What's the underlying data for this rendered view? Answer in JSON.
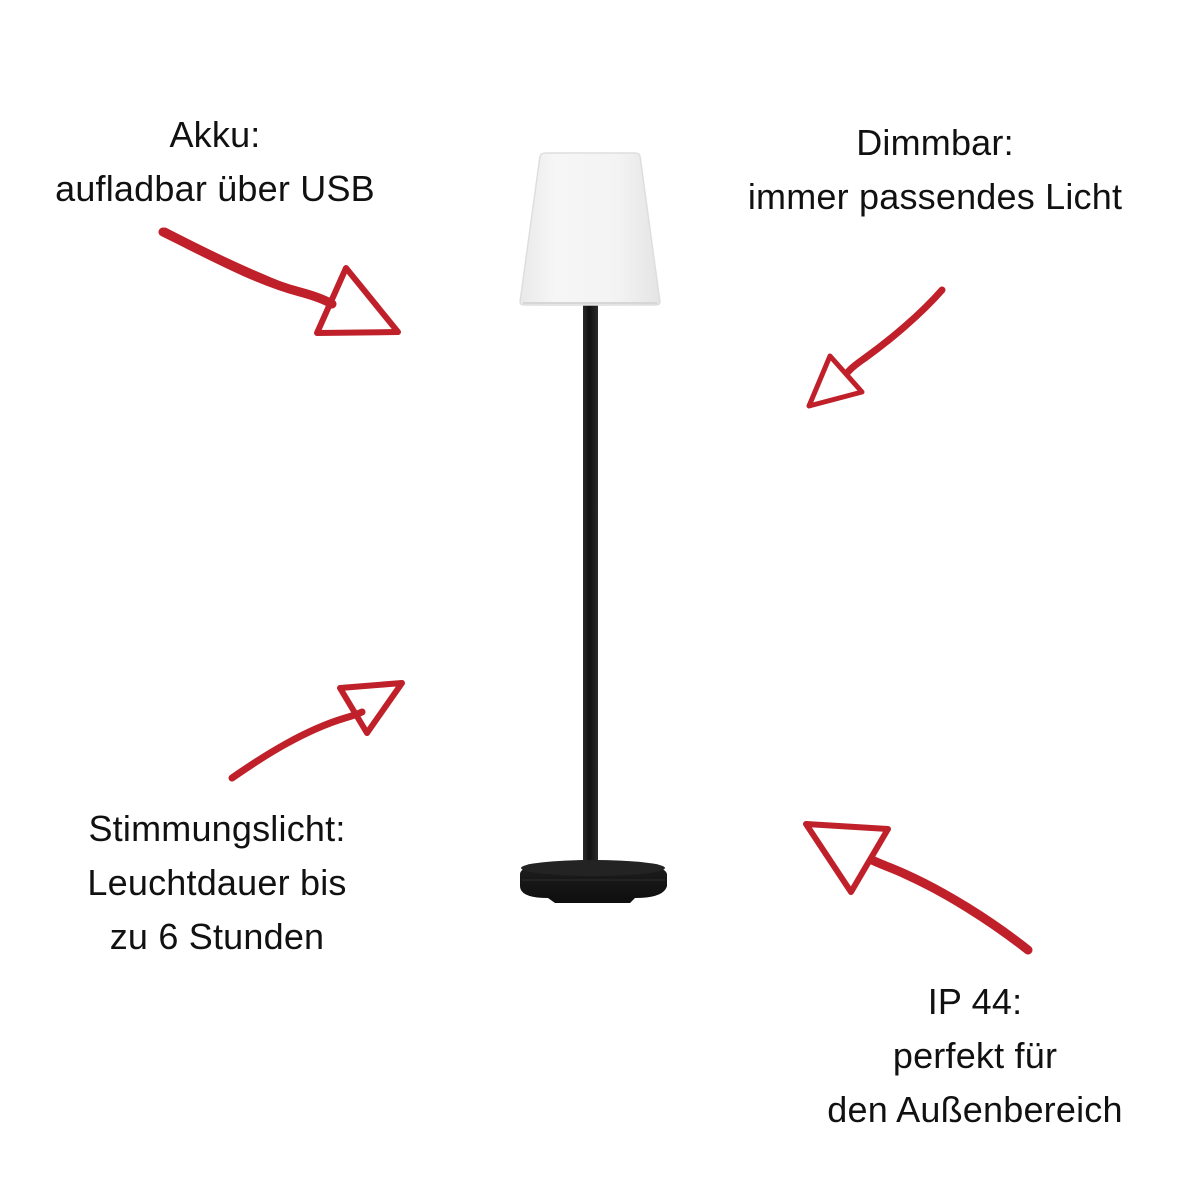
{
  "colors": {
    "background": "#ffffff",
    "text": "#111111",
    "arrow": "#c0202a",
    "shade": "#f2f2f2",
    "shade_edge": "#dcdcdc",
    "pole": "#1e1e1e",
    "base": "#181818"
  },
  "product": {
    "name": "floor-lamp",
    "image": "Floor lamp with white conical shade, thin black pole and round black base"
  },
  "features": [
    {
      "id": "akku",
      "title": "Akku:",
      "lines": [
        "aufladbar über USB"
      ],
      "arrow_direction": "down-right"
    },
    {
      "id": "dimmbar",
      "title": "Dimmbar:",
      "lines": [
        "immer passendes Licht"
      ],
      "arrow_direction": "down-left"
    },
    {
      "id": "stimmungslicht",
      "title": "Stimmungslicht:",
      "lines": [
        "Leuchtdauer bis",
        "zu 6 Stunden"
      ],
      "arrow_direction": "up-right"
    },
    {
      "id": "ip44",
      "title": "IP 44:",
      "lines": [
        "perfekt für",
        "den Außenbereich"
      ],
      "arrow_direction": "up-left"
    }
  ]
}
